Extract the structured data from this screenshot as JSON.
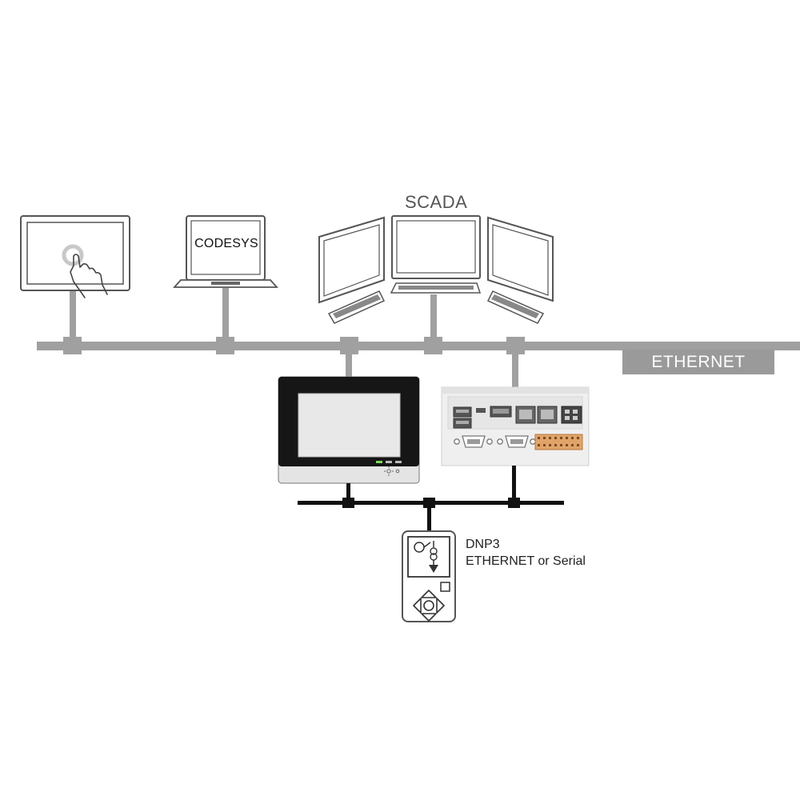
{
  "labels": {
    "scada": "SCADA",
    "ethernet": "ETHERNET",
    "codesys": "CODESYS",
    "dnp3": "DNP3",
    "dnp3_transport": "ETHERNET or Serial"
  },
  "colors": {
    "ethernet_bus": "#a0a0a0",
    "serial_bus": "#111111",
    "device_outline": "#555555",
    "hmi_bezel": "#111111"
  }
}
